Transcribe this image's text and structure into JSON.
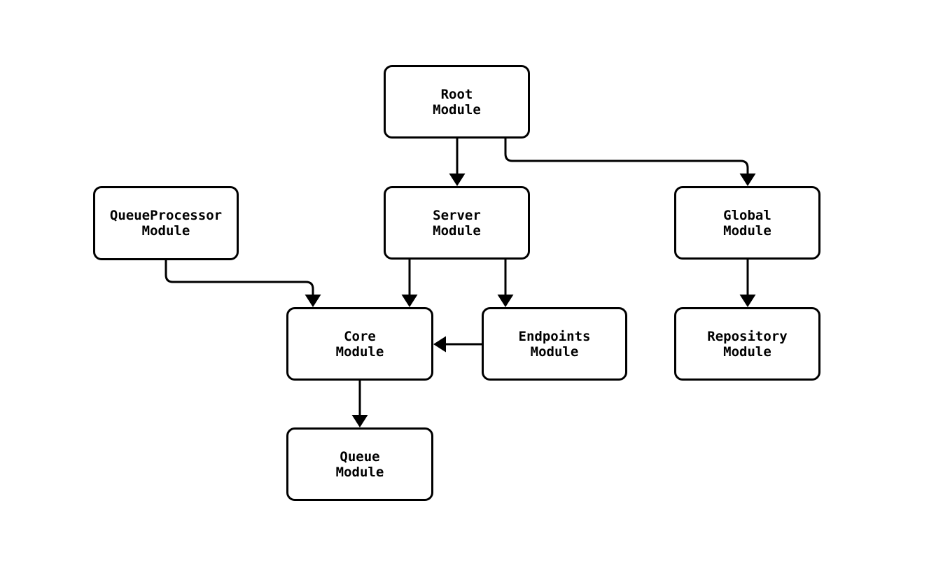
{
  "diagram": {
    "type": "flowchart",
    "direction": "top-down",
    "background_color": "#ffffff",
    "node_fill_color": "#ffffff",
    "node_stroke_color": "#000000",
    "edge_color": "#000000",
    "nodes": [
      {
        "id": "root",
        "line1": "Root",
        "line2": "Module"
      },
      {
        "id": "server",
        "line1": "Server",
        "line2": "Module"
      },
      {
        "id": "global",
        "line1": "Global",
        "line2": "Module"
      },
      {
        "id": "queueprocessor",
        "line1": "QueueProcessor",
        "line2": "Module"
      },
      {
        "id": "core",
        "line1": "Core",
        "line2": "Module"
      },
      {
        "id": "endpoints",
        "line1": "Endpoints",
        "line2": "Module"
      },
      {
        "id": "repository",
        "line1": "Repository",
        "line2": "Module"
      },
      {
        "id": "queue",
        "line1": "Queue",
        "line2": "Module"
      }
    ],
    "edges": [
      {
        "from": "Root Module",
        "to": "Server Module"
      },
      {
        "from": "Root Module",
        "to": "Global Module"
      },
      {
        "from": "QueueProcessor Module",
        "to": "Core Module"
      },
      {
        "from": "Server Module",
        "to": "Core Module"
      },
      {
        "from": "Server Module",
        "to": "Endpoints Module"
      },
      {
        "from": "Endpoints Module",
        "to": "Core Module"
      },
      {
        "from": "Global Module",
        "to": "Repository Module"
      },
      {
        "from": "Core Module",
        "to": "Queue Module"
      }
    ]
  }
}
